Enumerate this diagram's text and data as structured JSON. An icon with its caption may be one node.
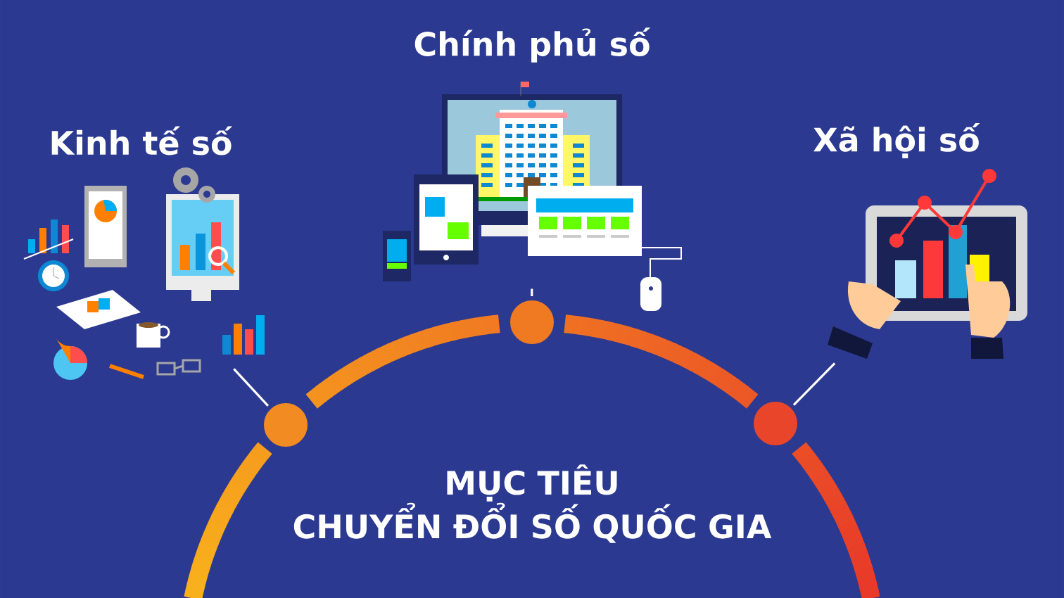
{
  "diagram": {
    "title": "MỤC TIÊU CHUYỂN ĐỔI SỐ QUỐC GIA",
    "nodes": [
      {
        "text": [
          "Kinh tế số"
        ]
      },
      {
        "text": [
          "Chính phủ số"
        ]
      },
      {
        "text": [
          "Xã hội số"
        ]
      },
      {
        "text": [],
        "shape": "circle"
      },
      {
        "text": [],
        "shape": "circle"
      },
      {
        "text": [],
        "shape": "circle"
      }
    ],
    "edges": [
      {
        "from": 3,
        "to": 0,
        "arrow": "none"
      },
      {
        "from": 4,
        "to": 1,
        "arrow": "none"
      },
      {
        "from": 5,
        "to": 2,
        "arrow": "none"
      }
    ]
  }
}
